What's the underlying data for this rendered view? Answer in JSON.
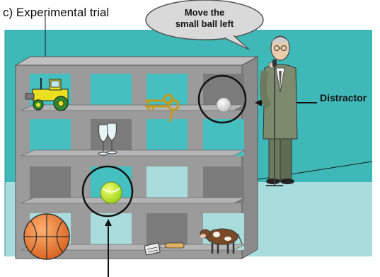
{
  "panel_title": "c) Experimental trial",
  "speech": {
    "line1": "Move the",
    "line2": "small ball left"
  },
  "labels": {
    "distractor": "Distractor"
  },
  "colors": {
    "room_wall": "#3fb8b8",
    "floor": "#a9dcdc",
    "shelf_frame": "#9b9b9b",
    "shelf_dark": "#6e6e6e",
    "cell_open": "#45bfbf",
    "cell_grey": "#7b7b7b",
    "bubble": "#d9d9d9"
  },
  "shelf": {
    "rows": 4,
    "cols": 4,
    "contents": [
      [
        "tractor",
        "empty",
        "keys",
        "small-ball"
      ],
      [
        "empty",
        "wine-glasses",
        "empty",
        "empty"
      ],
      [
        "empty",
        "tennis-ball",
        "empty",
        "empty"
      ],
      [
        "basketball",
        "empty",
        "scrubbing-brush",
        "cow"
      ]
    ]
  }
}
